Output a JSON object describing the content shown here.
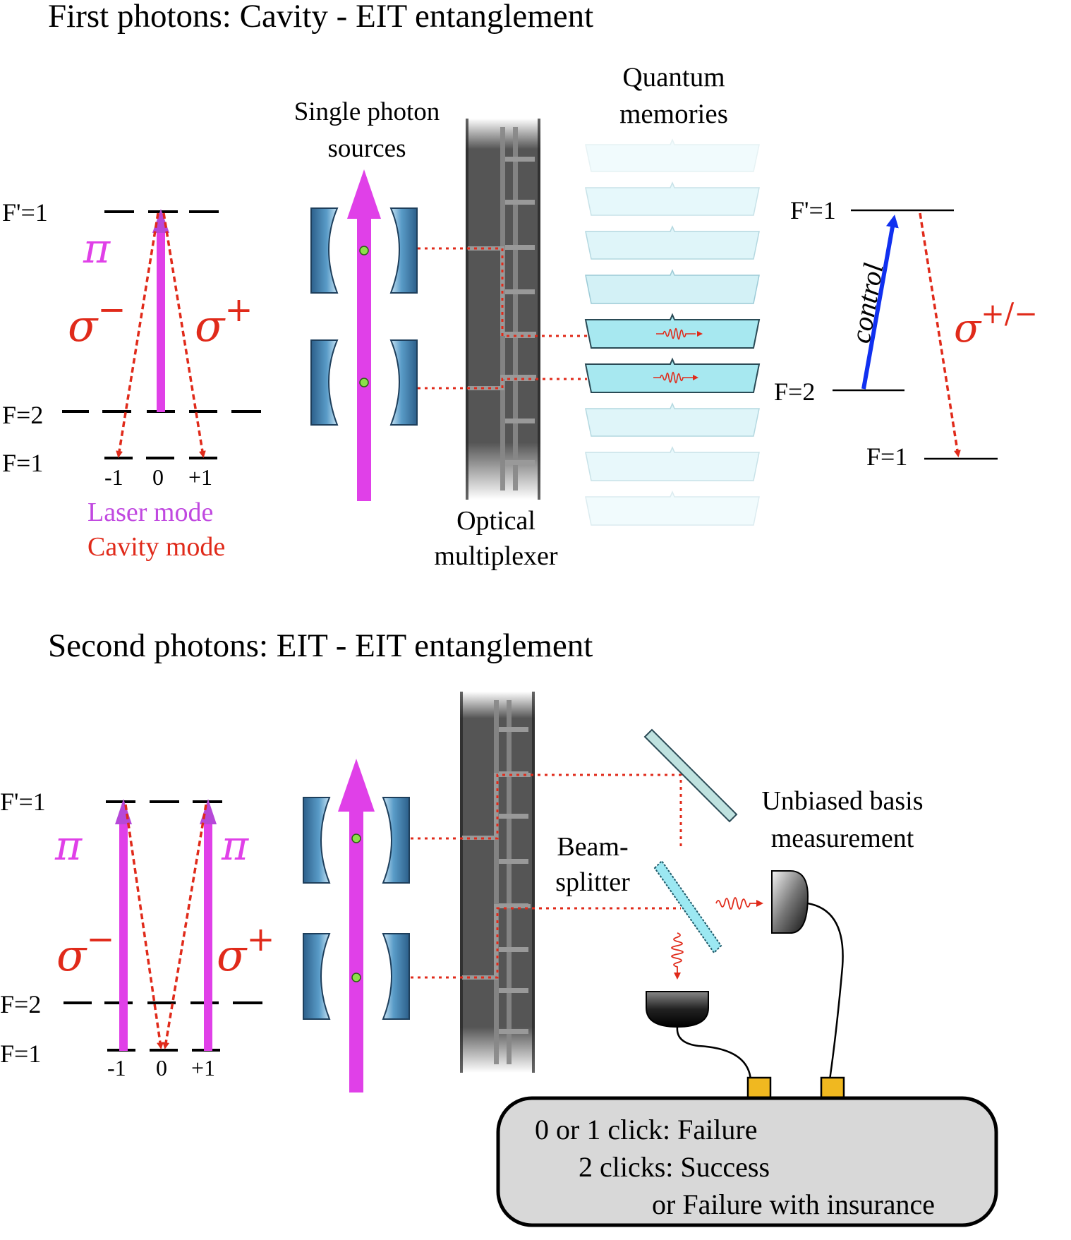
{
  "titles": {
    "top": "First photons: Cavity - EIT entanglement",
    "bottom": "Second photons: EIT - EIT entanglement"
  },
  "level_labels": {
    "f_prime_1": "F'=1",
    "f_2": "F=2",
    "f_1": "F=1"
  },
  "sublevel_labels": [
    "-1",
    "0",
    "+1"
  ],
  "transitions": {
    "pi": "π",
    "sigma": "σ",
    "minus": "−",
    "plus": "+",
    "plus_minus": "+/−",
    "control": "control"
  },
  "legend": {
    "laser_mode": "Laser mode",
    "cavity_mode": "Cavity mode"
  },
  "component_labels": {
    "single_photon_sources_line1": "Single photon",
    "single_photon_sources_line2": "sources",
    "quantum_memories_line1": "Quantum",
    "quantum_memories_line2": "memories",
    "optical_multiplexer_line1": "Optical",
    "optical_multiplexer_line2": "multiplexer",
    "beam_splitter_line1": "Beam-",
    "beam_splitter_line2": "splitter",
    "unbiased_line1": "Unbiased basis",
    "unbiased_line2": "measurement"
  },
  "result_box": {
    "line1": "0 or 1 click: Failure",
    "line2": "2 clicks: Success",
    "line3": "or Failure with insurance"
  },
  "colors": {
    "laser": "#e040e8",
    "cavity": "#e02a1a",
    "control": "#1030f0",
    "mirror": "#3a7fae",
    "memory_active": "#a7e8f0",
    "memory_faint": "#e6f8fb",
    "detector_port": "#f0b820",
    "box_fill": "#d8d8d8"
  }
}
